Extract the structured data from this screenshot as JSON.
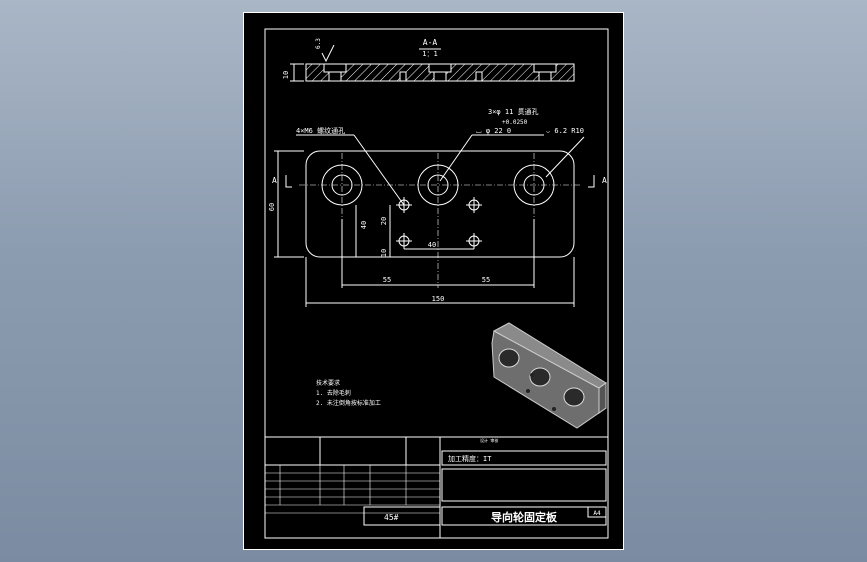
{
  "section": {
    "title": "A-A",
    "scale": "1：1",
    "thickness": "10",
    "roughness": "6.3"
  },
  "callouts": {
    "tapped_holes": "4×M6  螺纹通孔",
    "counterbore_line1": "3×φ 11  贯通孔",
    "counterbore_line2": "+0.0250",
    "counterbore_line3": "⌴ φ 22  0",
    "counterbore_line4": "⌵ 6.2  R10"
  },
  "dims": {
    "height": "60",
    "v40": "40",
    "v20": "20",
    "v10": "10",
    "h40": "40",
    "left55": "55",
    "right55": "55",
    "length": "150"
  },
  "view_labels": {
    "left": "A",
    "right": "A"
  },
  "notes": {
    "heading": "技术要求",
    "line1": "1. 去除毛刺",
    "line2": "2. 未注倒角按标准加工"
  },
  "title_block": {
    "material": "45#",
    "part_name": "导向轮固定板",
    "sheet_size": "A4",
    "process": "加工精度：IT",
    "header_small": "设计 审核"
  }
}
